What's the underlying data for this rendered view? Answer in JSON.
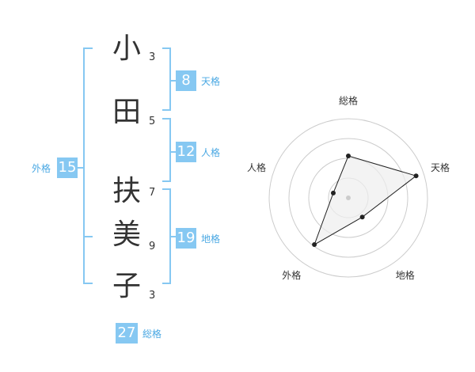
{
  "name_chars": [
    {
      "char": "小",
      "strokes": "3"
    },
    {
      "char": "田",
      "strokes": "5"
    },
    {
      "char": "扶",
      "strokes": "7"
    },
    {
      "char": "美",
      "strokes": "9"
    },
    {
      "char": "子",
      "strokes": "3"
    }
  ],
  "fortune": {
    "tenkaku": {
      "value": "8",
      "label": "天格"
    },
    "jinkaku": {
      "value": "12",
      "label": "人格"
    },
    "chikaku": {
      "value": "19",
      "label": "地格"
    },
    "gaikaku": {
      "value": "15",
      "label": "外格"
    },
    "soukaku": {
      "value": "27",
      "label": "総格"
    }
  },
  "colors": {
    "accent": "#86c8f2",
    "accent_text": "#4aa8e3",
    "text": "#333333",
    "ring": "#cccccc",
    "polygon_fill": "#eeeeee"
  },
  "radar": {
    "axes": [
      {
        "key": "soukaku",
        "label": "総格",
        "level": 0.53
      },
      {
        "key": "tenkaku",
        "label": "天格",
        "level": 0.9
      },
      {
        "key": "chikaku",
        "label": "地格",
        "level": 0.3
      },
      {
        "key": "gaikaku",
        "label": "外格",
        "level": 0.73
      },
      {
        "key": "jinkaku",
        "label": "人格",
        "level": 0.2
      }
    ],
    "rings": 4
  }
}
